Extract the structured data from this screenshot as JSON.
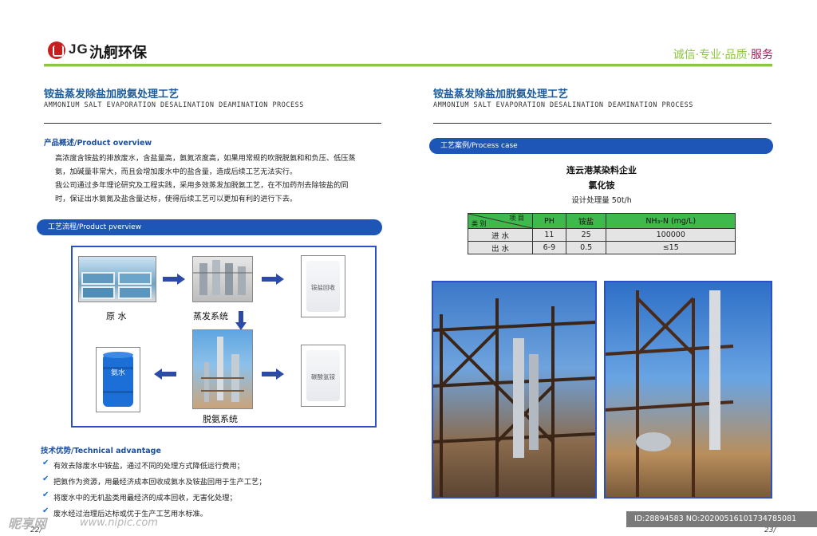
{
  "header": {
    "logo_text": "JG",
    "brand": "氿舸环保",
    "slogan": [
      "诚信",
      "·",
      "专业",
      "·",
      "品质",
      "·",
      "服务"
    ]
  },
  "left": {
    "title": "铵盐蒸发除盐加脱氨处理工艺",
    "subtitle": "AMMONIUM SALT EVAPORATION DESALINATION DEAMINATION PROCESS",
    "overview_heading": "产品概述/Product overview",
    "overview_lines": [
      "高浓度含铵盐的排放废水，含盐量高，氨氮浓度高，如果用常规的吹脱脱氨和和负压、低压蒸",
      "氨，加碱量非常大，而且会增加废水中的盐含量，造成后续工艺无法实行。",
      "我公司通过多年理论研究及工程实践，采用多效蒸发加脱氨工艺，在不加药剂去除铵盐的同",
      "时，保证出水氨氮及盐含量达标，使得后续工艺可以更加有利的进行下去。"
    ],
    "flow_pill": "工艺流程/Product pverview",
    "flow": {
      "raw_water": "原 水",
      "evap": "蒸发系统",
      "deamination": "脱氨系统",
      "bag1": "铵盐回收",
      "bag2": "碳酸氢铵",
      "barrel": "氨水"
    },
    "advantage_heading": "技术优势/Technical advantage",
    "advantages": [
      "有效去除废水中铵盐，通过不同的处理方式降低运行费用；",
      "把氨作为资源，用最经济成本回收成氨水及铵盐回用于生产工艺；",
      "将废水中的无机盐类用最经济的成本回收，无害化处理；",
      "废水经过治理后达标或优于生产工艺用水标准。"
    ],
    "page_number": "22/"
  },
  "right": {
    "title": "铵盐蒸发除盐加脱氨处理工艺",
    "subtitle": "AMMONIUM SALT EVAPORATION DESALINATION DEAMINATION PROCESS",
    "case_pill": "工艺案例/Process case",
    "company": "连云港某染料企业",
    "product": "氯化铵",
    "capacity": "设计处理量 50t/h",
    "table": {
      "corner_top": "项 目",
      "corner_bottom": "类 别",
      "headers": [
        "PH",
        "铵盐",
        "NH₃-N (mg/L)"
      ],
      "rows": [
        {
          "label": "进 水",
          "values": [
            "11",
            "25",
            "100000"
          ]
        },
        {
          "label": "出 水",
          "values": [
            "6-9",
            "0.5",
            "≤15"
          ]
        }
      ]
    },
    "page_number": "23/"
  },
  "footer": {
    "watermark": "昵享网",
    "watermark_url": "www.nipic.com",
    "id_text": "ID:28894583 NO:20200516101734785081"
  }
}
